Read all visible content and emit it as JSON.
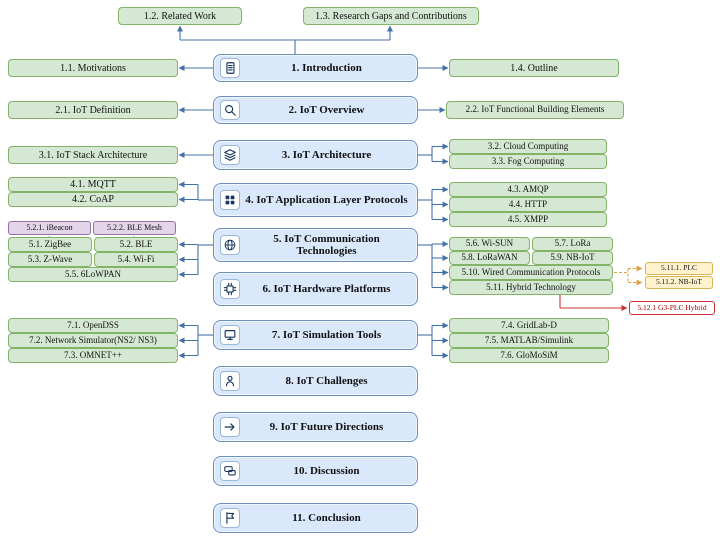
{
  "colors": {
    "center_fill": "#dae8fc",
    "center_border": "#6c8ebf",
    "green_fill": "#d5e8d4",
    "green_border": "#82b366",
    "purple_fill": "#e1d5e7",
    "purple_border": "#9673a6",
    "yellow_fill": "#fff2cc",
    "yellow_border": "#d6b656",
    "red_fill": "#ffffff",
    "red_border": "#cc3333",
    "connector_blue": "#4472a8",
    "connector_orange": "#e0a23c",
    "connector_red": "#cc3333"
  },
  "top_nodes": [
    {
      "label": "1.2. Related Work"
    },
    {
      "label": "1.3. Research Gaps and Contributions"
    }
  ],
  "center_nodes": [
    {
      "label": "1. Introduction",
      "icon": "document-icon"
    },
    {
      "label": "2. IoT Overview",
      "icon": "magnifier-icon"
    },
    {
      "label": "3. IoT Architecture",
      "icon": "layers-icon"
    },
    {
      "label": "4. IoT Application Layer Protocols",
      "icon": "app-grid-icon"
    },
    {
      "label": "5. IoT Communication Technologies",
      "icon": "globe-icon"
    },
    {
      "label": "6. IoT Hardware Platforms",
      "icon": "chip-icon"
    },
    {
      "label": "7. IoT Simulation Tools",
      "icon": "monitor-icon"
    },
    {
      "label": "8. IoT Challenges",
      "icon": "person-icon"
    },
    {
      "label": "9. IoT Future Directions",
      "icon": "arrow-icon"
    },
    {
      "label": "10. Discussion",
      "icon": "chat-icon"
    },
    {
      "label": "11. Conclusion",
      "icon": "flag-icon"
    }
  ],
  "left_nodes": [
    {
      "label": "1.1. Motivations"
    },
    {
      "label": "2.1. IoT Definition"
    },
    {
      "label": "3.1. IoT Stack Architecture"
    },
    {
      "label": "4.1. MQTT"
    },
    {
      "label": "4.2. CoAP"
    },
    {
      "label": "5.2.1. iBeacon"
    },
    {
      "label": "5.2.2. BLE Mesh"
    },
    {
      "label": "5.1. ZigBee"
    },
    {
      "label": "5.2. BLE"
    },
    {
      "label": "5.3. Z-Wave"
    },
    {
      "label": "5.4. Wi-Fi"
    },
    {
      "label": "5.5. 6LoWPAN"
    },
    {
      "label": "7.1. OpenDSS"
    },
    {
      "label": "7.2. Network Simulator(NS2/ NS3)"
    },
    {
      "label": "7.3. OMNET++"
    }
  ],
  "right_nodes": [
    {
      "label": "1.4. Outline"
    },
    {
      "label": "2.2. IoT Functional Building Elements"
    },
    {
      "label": "3.2. Cloud Computing"
    },
    {
      "label": "3.3. Fog Computing"
    },
    {
      "label": "4.3. AMQP"
    },
    {
      "label": "4.4. HTTP"
    },
    {
      "label": "4.5. XMPP"
    },
    {
      "label": "5.6. Wi-SUN"
    },
    {
      "label": "5.7. LoRa"
    },
    {
      "label": "5.8. LoRaWAN"
    },
    {
      "label": "5.9. NB-IoT"
    },
    {
      "label": "5.10. Wired Communication Protocols"
    },
    {
      "label": "5.11. Hybrid Technology"
    },
    {
      "label": "5.11.1. PLC"
    },
    {
      "label": "5.11.2. NB-IoT"
    },
    {
      "label": "5.12.1 G3-PLC Hybrid"
    },
    {
      "label": "7.4. GridLab-D"
    },
    {
      "label": "7.5. MATLAB/Simulink"
    },
    {
      "label": "7.6. GloMoSiM"
    }
  ]
}
